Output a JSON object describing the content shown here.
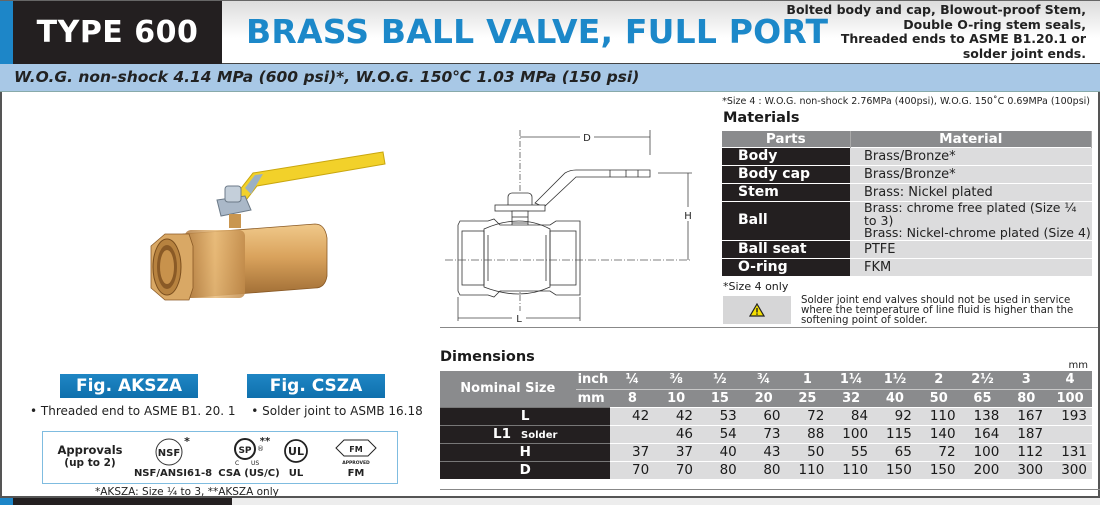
{
  "header": {
    "type_label": "TYPE 600",
    "title": "BRASS BALL VALVE, FULL PORT",
    "features": [
      "Bolted body and cap, Blowout-proof Stem,",
      "Double O-ring stem seals,",
      "Threaded ends to ASME B1.20.1 or",
      "solder joint ends."
    ],
    "accent_color": "#1d86c8",
    "title_color": "#1c88c9"
  },
  "spec_bar": {
    "text": "W.O.G. non-shock 4.14 MPa (600 psi)*, W.O.G. 150℃ 1.03 MPa (150 psi)",
    "size4_note": "*Size 4 : W.O.G. non-shock 2.76MPa (400psi), W.O.G. 150˚C 0.69MPa (100psi)"
  },
  "drawing": {
    "labels": {
      "d": "D",
      "h": "H",
      "l": "L"
    }
  },
  "materials": {
    "title": "Materials",
    "headers": {
      "parts": "Parts",
      "material": "Material"
    },
    "rows": [
      {
        "part": "Body",
        "material": [
          "Brass/Bronze*"
        ]
      },
      {
        "part": "Body cap",
        "material": [
          "Brass/Bronze*"
        ]
      },
      {
        "part": "Stem",
        "material": [
          "Brass: Nickel plated"
        ]
      },
      {
        "part": "Ball",
        "material": [
          "Brass: chrome free plated (Size ¼ to 3)",
          "Brass: Nickel-chrome plated (Size 4)"
        ]
      },
      {
        "part": "Ball seat",
        "material": [
          "PTFE"
        ]
      },
      {
        "part": "O-ring",
        "material": [
          "FKM"
        ]
      }
    ],
    "footnote": "*Size 4 only",
    "warning": "Solder joint end valves should not be used in service where the temperature of line fluid is higher than the softening point of solder."
  },
  "figures": {
    "aksza": {
      "label": "Fig. AKSZA",
      "desc": "• Threaded end to ASME B1. 20. 1"
    },
    "cssza": {
      "label": "Fig. CSZA",
      "desc": "• Solder joint to ASMB 16.18"
    }
  },
  "approvals": {
    "label_line1": "Approvals",
    "label_line2": "(up to 2)",
    "items": [
      {
        "logo": "NSF",
        "mark": "*",
        "name": "NSF/ANSI61-8"
      },
      {
        "logo": "CSA",
        "mark": "**",
        "name": "CSA (US/C)"
      },
      {
        "logo": "UL",
        "mark": "",
        "name": "UL"
      },
      {
        "logo": "FM",
        "mark": "",
        "name": "FM",
        "sub": "APPROVED"
      }
    ],
    "note": "*AKSZA: Size ¼ to 3,  **AKSZA only"
  },
  "dimensions": {
    "title": "Dimensions",
    "unit": "mm",
    "nominal_label": "Nominal Size",
    "inch_label": "inch",
    "mm_label": "mm",
    "sizes_inch": [
      "¼",
      "⅜",
      "½",
      "¾",
      "1",
      "1¼",
      "1½",
      "2",
      "2½",
      "3",
      "4"
    ],
    "sizes_mm": [
      "8",
      "10",
      "15",
      "20",
      "25",
      "32",
      "40",
      "50",
      "65",
      "80",
      "100"
    ],
    "rows": [
      {
        "label": "L",
        "sub": "",
        "values": [
          "42",
          "42",
          "53",
          "60",
          "72",
          "84",
          "92",
          "110",
          "138",
          "167",
          "193"
        ]
      },
      {
        "label": "L1",
        "sub": "Solder",
        "values": [
          "",
          "46",
          "54",
          "73",
          "88",
          "100",
          "115",
          "140",
          "164",
          "187",
          ""
        ]
      },
      {
        "label": "H",
        "sub": "",
        "values": [
          "37",
          "37",
          "40",
          "43",
          "50",
          "55",
          "65",
          "72",
          "100",
          "112",
          "131"
        ]
      },
      {
        "label": "D",
        "sub": "",
        "values": [
          "70",
          "70",
          "80",
          "80",
          "110",
          "110",
          "150",
          "150",
          "200",
          "300",
          "300"
        ]
      }
    ]
  }
}
